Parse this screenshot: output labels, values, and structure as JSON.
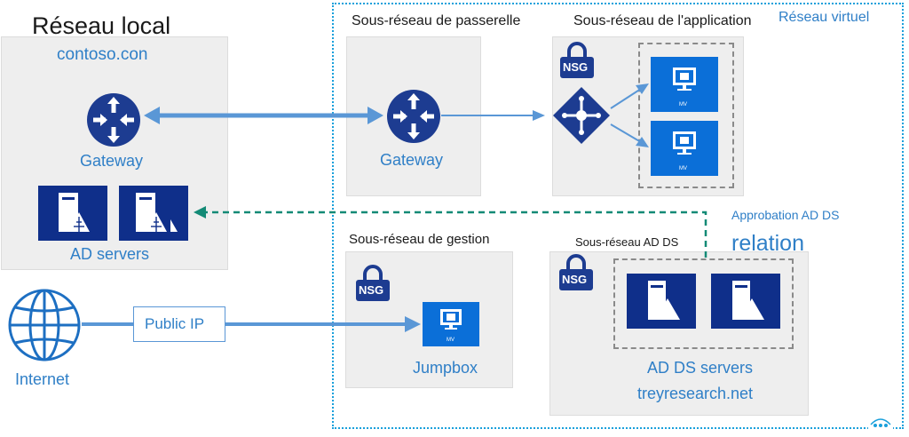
{
  "colors": {
    "router_blue": "#1d3c91",
    "vm_blue": "#0b6fd8",
    "server_navy": "#0f2f8a",
    "arrow_blue": "#5a97d6",
    "trust_teal": "#138a76",
    "label_blue": "#2f7fc7",
    "vnet_border": "#1aa0db",
    "panel_gray": "#eeeeee"
  },
  "onprem": {
    "title": "Réseau local",
    "domain": "contoso.con",
    "gateway_label": "Gateway",
    "servers_label": "AD servers"
  },
  "vnet": {
    "title": "Réseau virtuel"
  },
  "gateway_subnet": {
    "title": "Sous-réseau de passerelle",
    "gateway_label": "Gateway"
  },
  "app_subnet": {
    "title": "Sous-réseau de l'application",
    "nsg_label": "NSG",
    "vm_labels": [
      "MV",
      "MV"
    ]
  },
  "mgmt_subnet": {
    "title": "Sous-réseau de gestion",
    "nsg_label": "NSG",
    "vm_label": "MV",
    "jumpbox_label": "Jumpbox"
  },
  "adds_subnet": {
    "title": "Sous-réseau AD DS",
    "nsg_label": "NSG",
    "servers_label": "AD DS servers",
    "domain": "treyresearch.net"
  },
  "trust": {
    "line1": "Approbation AD DS",
    "line2": "relation"
  },
  "internet": {
    "label": "Internet",
    "public_ip_label": "Public IP"
  },
  "icons": [
    "router-icon",
    "lock-icon",
    "load-balancer-icon",
    "vm-monitor-icon",
    "server-icon",
    "globe-icon",
    "ellipsis-icon"
  ]
}
